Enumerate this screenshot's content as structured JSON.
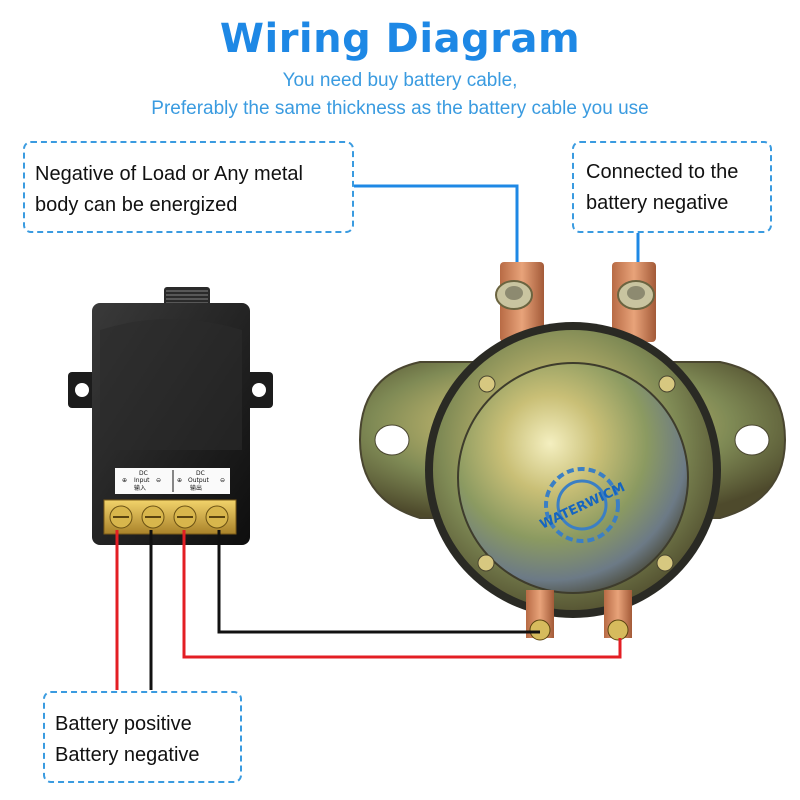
{
  "header": {
    "title": "Wiring Diagram",
    "subtitle_line1": "You need buy battery cable,",
    "subtitle_line2": "Preferably the same thickness as the battery cable you use"
  },
  "callouts": {
    "load_negative": {
      "line1": "Negative of Load or Any metal",
      "line2": "body can be energized"
    },
    "battery_negative_terminal": {
      "line1": "Connected to the",
      "line2": "battery negative"
    },
    "battery_leads": {
      "line1": "Battery positive",
      "line2": "Battery negative"
    }
  },
  "controller": {
    "terminal_labels": {
      "dc_left": "DC",
      "input": "Input",
      "input_cn": "输入",
      "dc_right": "DC",
      "output": "Output",
      "output_cn": "输出"
    }
  },
  "solenoid": {
    "brand": "WATERWICM"
  },
  "colors": {
    "accent": "#1e88e5",
    "callout_border": "#3a9be0",
    "wire_positive": "#e31e24",
    "wire_negative": "#111111"
  }
}
